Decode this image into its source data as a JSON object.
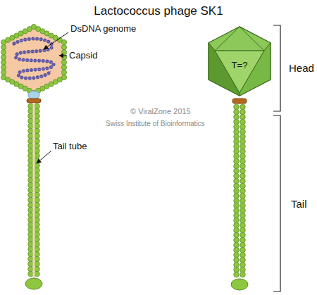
{
  "diagram": {
    "title": "Lactococcus phage SK1",
    "labels": [
      "DsDNA genome",
      "Capsid",
      "Tail tube",
      "© ViralZone 2015",
      "Swiss Institute of Bioinformatics",
      "T=?",
      "Head",
      "Tail"
    ]
  }
}
